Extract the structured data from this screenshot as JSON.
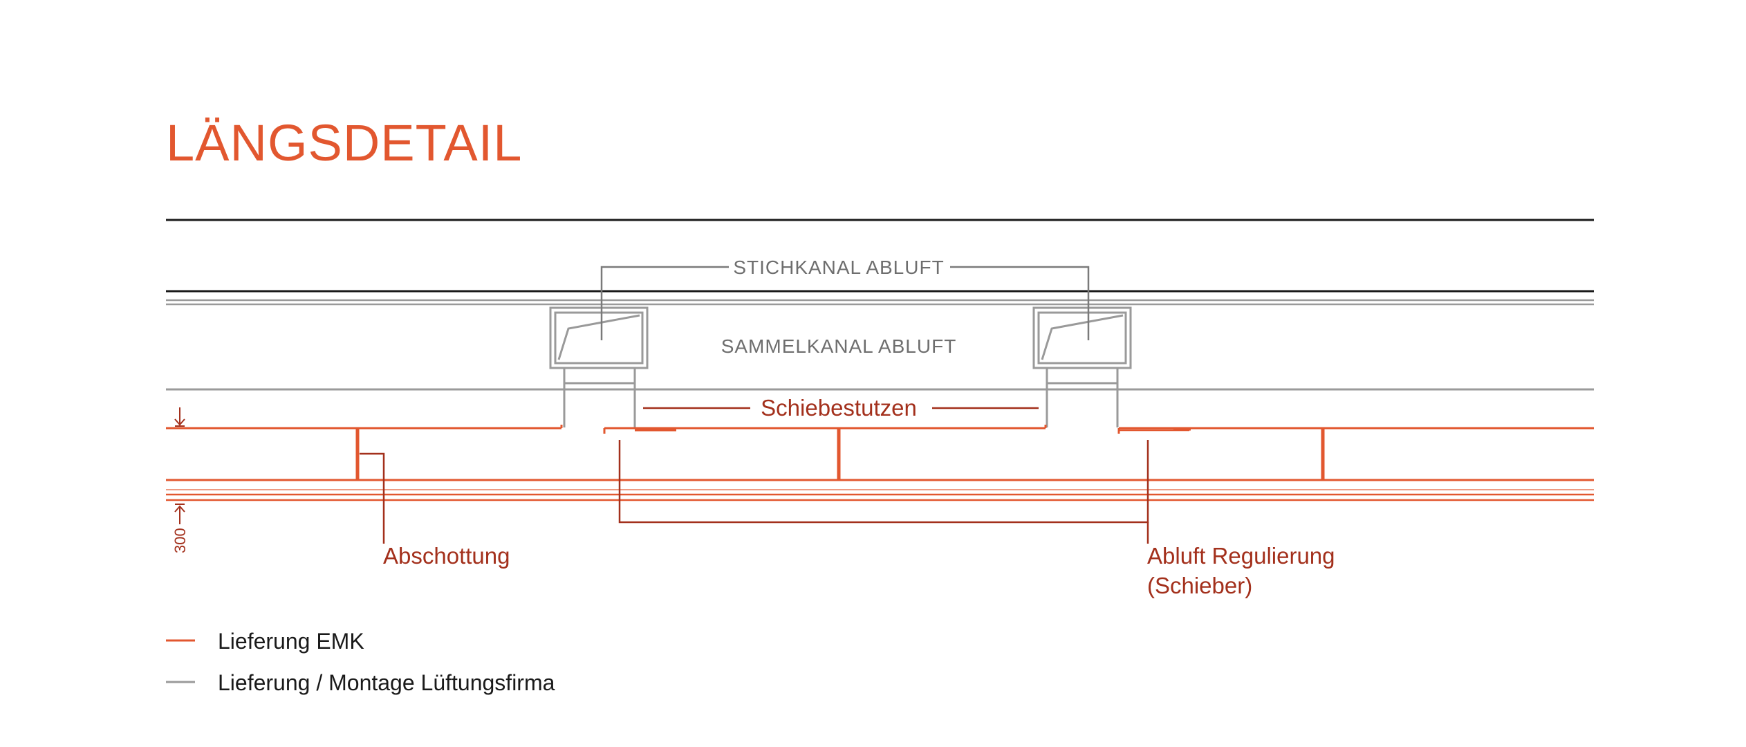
{
  "title": "LÄNGSDETAIL",
  "labels": {
    "stichkanal": "STICHKANAL ABLUFT",
    "sammelkanal": "SAMMELKANAL ABLUFT",
    "schiebestutzen": "Schiebestutzen",
    "abschottung": "Abschottung",
    "abluft_line1": "Abluft Regulierung",
    "abluft_line2": "(Schieber)"
  },
  "dimension": "300",
  "legend": [
    {
      "label": "Lieferung EMK",
      "color": "#e2572f"
    },
    {
      "label": "Lieferung / Montage Lüftungsfirma",
      "color": "#9a9a9a"
    }
  ],
  "colors": {
    "accent": "#e2572f",
    "label_red": "#a3301c",
    "gray": "#9a9a9a",
    "text_gray": "#6e6e6e",
    "black": "#1a1a1a"
  }
}
